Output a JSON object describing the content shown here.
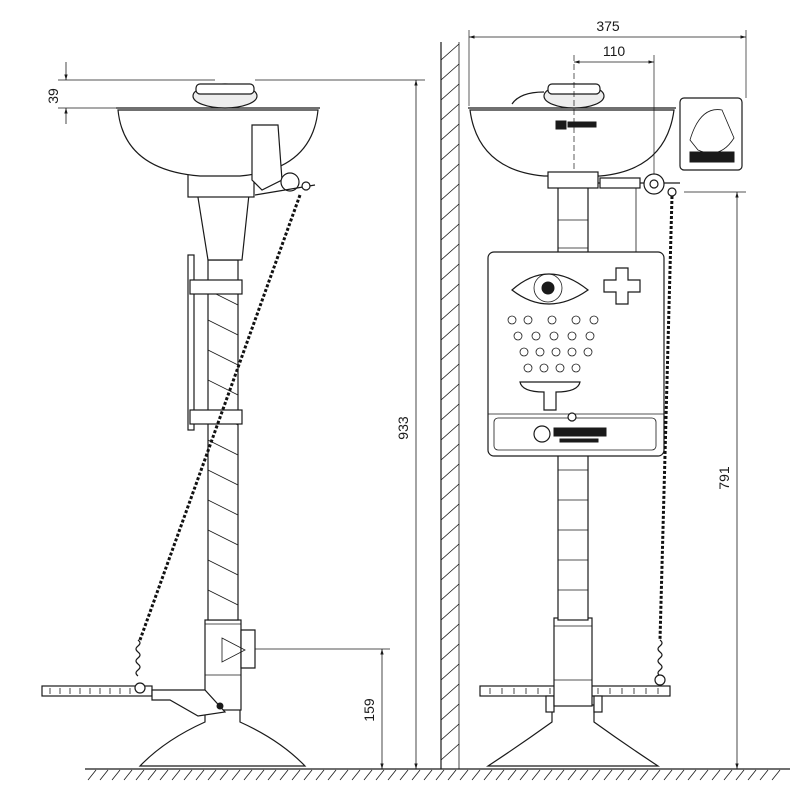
{
  "dimensions": {
    "left_top_offset": "39",
    "overall_height": "933",
    "foot_pedal_height": "159",
    "overall_width": "375",
    "bowl_offset": "110",
    "sign_height": "791"
  }
}
